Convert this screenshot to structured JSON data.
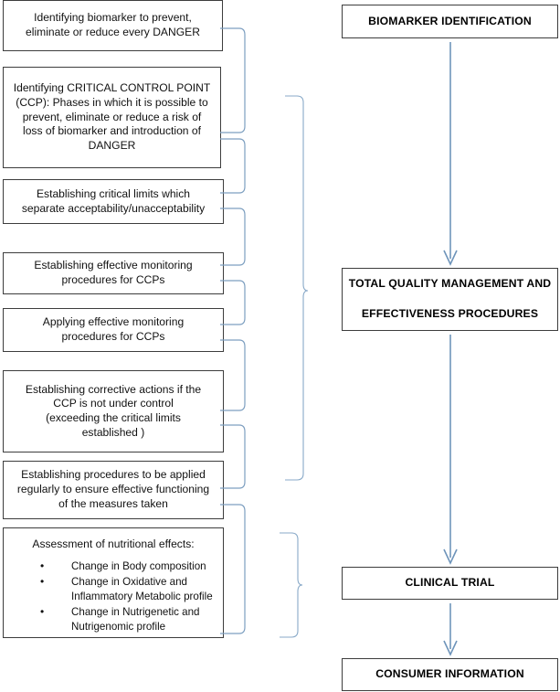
{
  "diagram": {
    "title": "Biomarker identification HACCP-style flowchart",
    "accent_color": "#7d9fc0",
    "box_border_color": "#3d3d3d"
  },
  "left_column": {
    "boxes": [
      {
        "id": "identify-biomarker",
        "lines": [
          "Identifying biomarker to prevent,",
          "eliminate or reduce every DANGER"
        ]
      },
      {
        "id": "identify-ccp",
        "lines": [
          "Identifying CRITICAL CONTROL POINT",
          "(CCP): Phases in which it is possible to",
          "prevent, eliminate or reduce a risk of",
          "loss of biomarker and introduction of",
          "DANGER"
        ]
      },
      {
        "id": "critical-limits",
        "lines": [
          "Establishing critical limits which",
          "separate acceptability/unacceptability"
        ]
      },
      {
        "id": "establish-monitoring",
        "lines": [
          "Establishing effective monitoring",
          "procedures for CCPs"
        ]
      },
      {
        "id": "apply-monitoring",
        "lines": [
          "Applying effective monitoring",
          "procedures for CCPs"
        ]
      },
      {
        "id": "corrective-actions",
        "lines": [
          "Establishing corrective actions if the",
          "CCP is not under control",
          "(exceeding the critical limits",
          "established )"
        ]
      },
      {
        "id": "verification-procedures",
        "lines": [
          "Establishing procedures to be applied",
          "regularly to ensure effective functioning",
          "of the measures taken"
        ]
      }
    ],
    "assessment_box": {
      "id": "nutritional-assessment",
      "heading": "Assessment of nutritional effects:",
      "bullets": [
        "Change in Body composition",
        "Change in Oxidative and Inflammatory Metabolic profile",
        "Change in Nutrigenetic and Nutrigenomic profile"
      ]
    }
  },
  "right_column": {
    "boxes": [
      {
        "id": "biomarker-identification",
        "line1": "BIOMARKER IDENTIFICATION",
        "line2": ""
      },
      {
        "id": "total-quality-management",
        "line1": "TOTAL QUALITY MANAGEMENT AND",
        "line2": "EFFECTIVENESS PROCEDURES"
      },
      {
        "id": "clinical-trial",
        "line1": "CLINICAL TRIAL",
        "line2": ""
      },
      {
        "id": "consumer-information",
        "line1": "CONSUMER INFORMATION",
        "line2": ""
      }
    ]
  }
}
